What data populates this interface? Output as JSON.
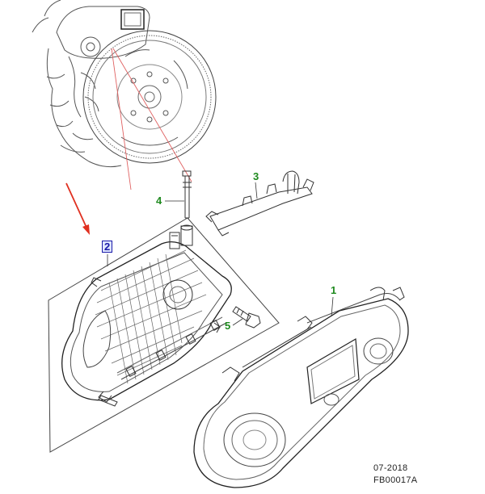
{
  "callouts": {
    "c1": "1",
    "c2": "2",
    "c3": "3",
    "c4": "4",
    "c5": "5"
  },
  "footer": {
    "date": "07-2018",
    "code": "FB00017A"
  },
  "colors": {
    "callout_green": "#1f8a1f",
    "selected_blue": "#1a1aa8",
    "selected_fill": "#dfe6ff",
    "arrow_red": "#e03020",
    "leader_red": "#e06060",
    "line": "#333333"
  }
}
